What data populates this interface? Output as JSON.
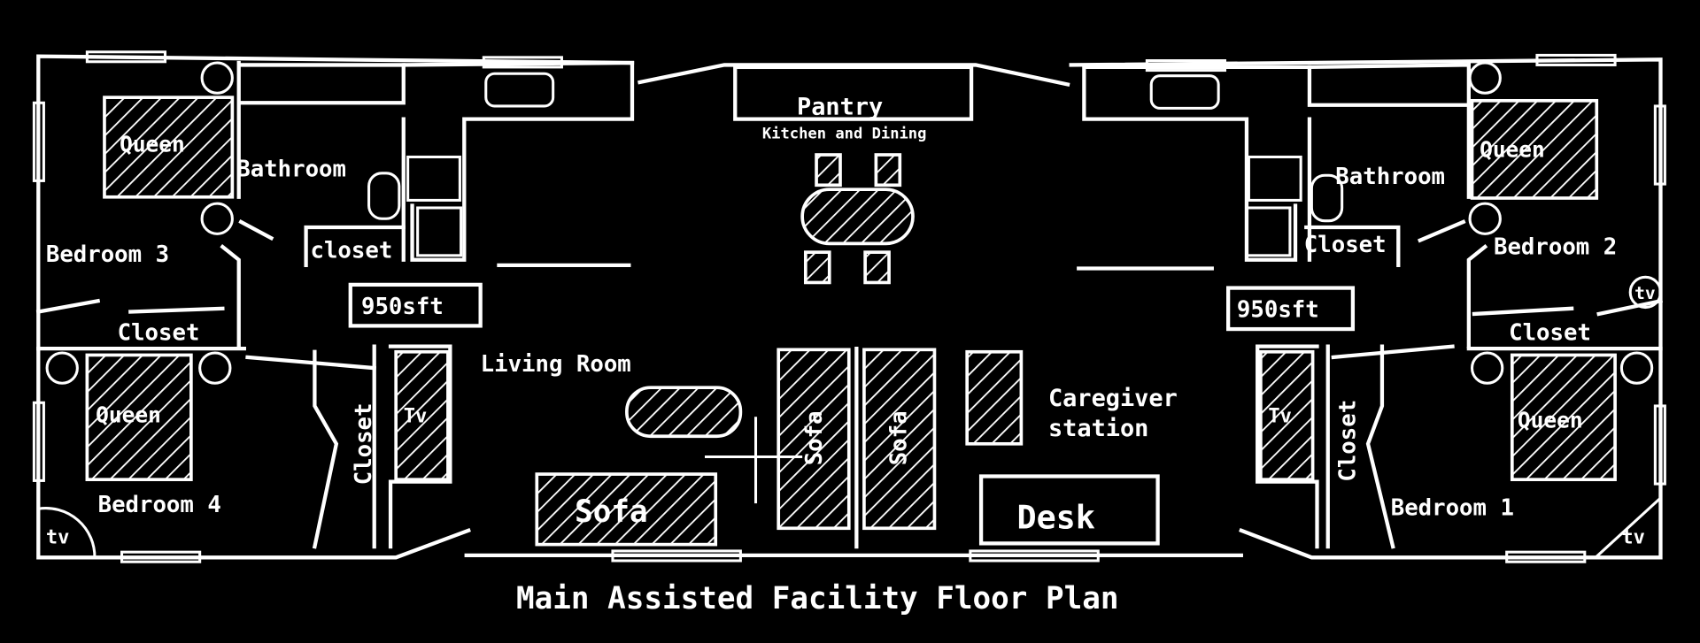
{
  "title": "Main Assisted Facility Floor Plan",
  "colors": {
    "background": "#000000",
    "lines": "#ffffff"
  },
  "labels": {
    "pantry": "Pantry",
    "kitchen_dining": "Kitchen and Dining",
    "living_room": "Living Room",
    "caregiver_station": [
      "Caregiver",
      "station"
    ],
    "desk": "Desk",
    "area_left": "950sft",
    "area_right": "950sft",
    "bedroom_1": "Bedroom 1",
    "bedroom_2": "Bedroom 2",
    "bedroom_3": "Bedroom 3",
    "bedroom_4": "Bedroom 4",
    "bathroom_left": "Bathroom",
    "bathroom_right": "Bathroom",
    "queen": "Queen",
    "sofa": "Sofa",
    "closet_lower": "closet",
    "closet": "Closet",
    "tv_upper": "Tv",
    "tv_lower": "tv"
  }
}
